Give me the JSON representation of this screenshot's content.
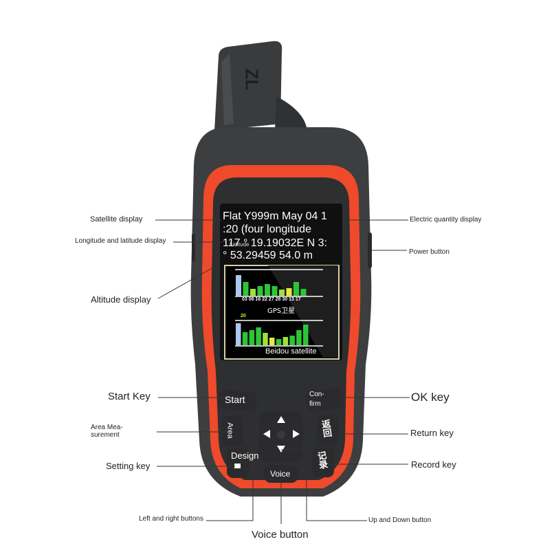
{
  "device": {
    "antenna_mark": "ZL",
    "screen": {
      "line1": "Flat Y999m May 04 1",
      "line2": ":20 (four longitude",
      "line3": "117 ° 19.19032E N 3:",
      "line4": "° 53.29459 54.0 m",
      "small_overlay": "Latitude",
      "gps_numbers": "03 08 16 22 27 28 30 13 17",
      "gps_title": "GPS卫星",
      "beidou_number": "20",
      "beidou_title": "Beidou satellite",
      "gps_bar_colors": [
        "#a9c8ef",
        "#2ec43a",
        "#9be23a",
        "#2ec43a",
        "#2ec43a",
        "#2ec43a",
        "#9be23a",
        "#e8e83a",
        "#2ec43a",
        "#2ec43a"
      ],
      "beidou_bar_colors": [
        "#a9c8ef",
        "#2ec43a",
        "#2ec43a",
        "#2ec43a",
        "#9be23a",
        "#e8e83a",
        "#2ec43a",
        "#9be23a",
        "#2ec43a",
        "#2ec43a",
        "#2ec43a"
      ]
    },
    "keys": {
      "start": "Start",
      "confirm_line1": "Con-",
      "confirm_line2": "firm",
      "area": "Area",
      "design": "Design",
      "return": "返回",
      "record": "记录",
      "voice": "Voice"
    }
  },
  "callouts": {
    "satellite_display": "Satellite display",
    "longitude_latitude_display": "Longitude and latitude display",
    "altitude_display": "Altitude display",
    "electric_quantity_display": "Electric quantity display",
    "power_button": "Power button",
    "start_key": "Start Key",
    "ok_key": "OK key",
    "area_measurement_line1": "Area Mea-",
    "area_measurement_line2": "surement",
    "return_key": "Return key",
    "setting_key": "Setting key",
    "record_key": "Record key",
    "left_right_buttons": "Left and right buttons",
    "up_down_button": "Up and Down button",
    "voice_button": "Voice button"
  },
  "colors": {
    "body": "#3b3c3e",
    "orange": "#f0482a",
    "screen_bg": "#111111",
    "keys": "#2b2b2d"
  }
}
